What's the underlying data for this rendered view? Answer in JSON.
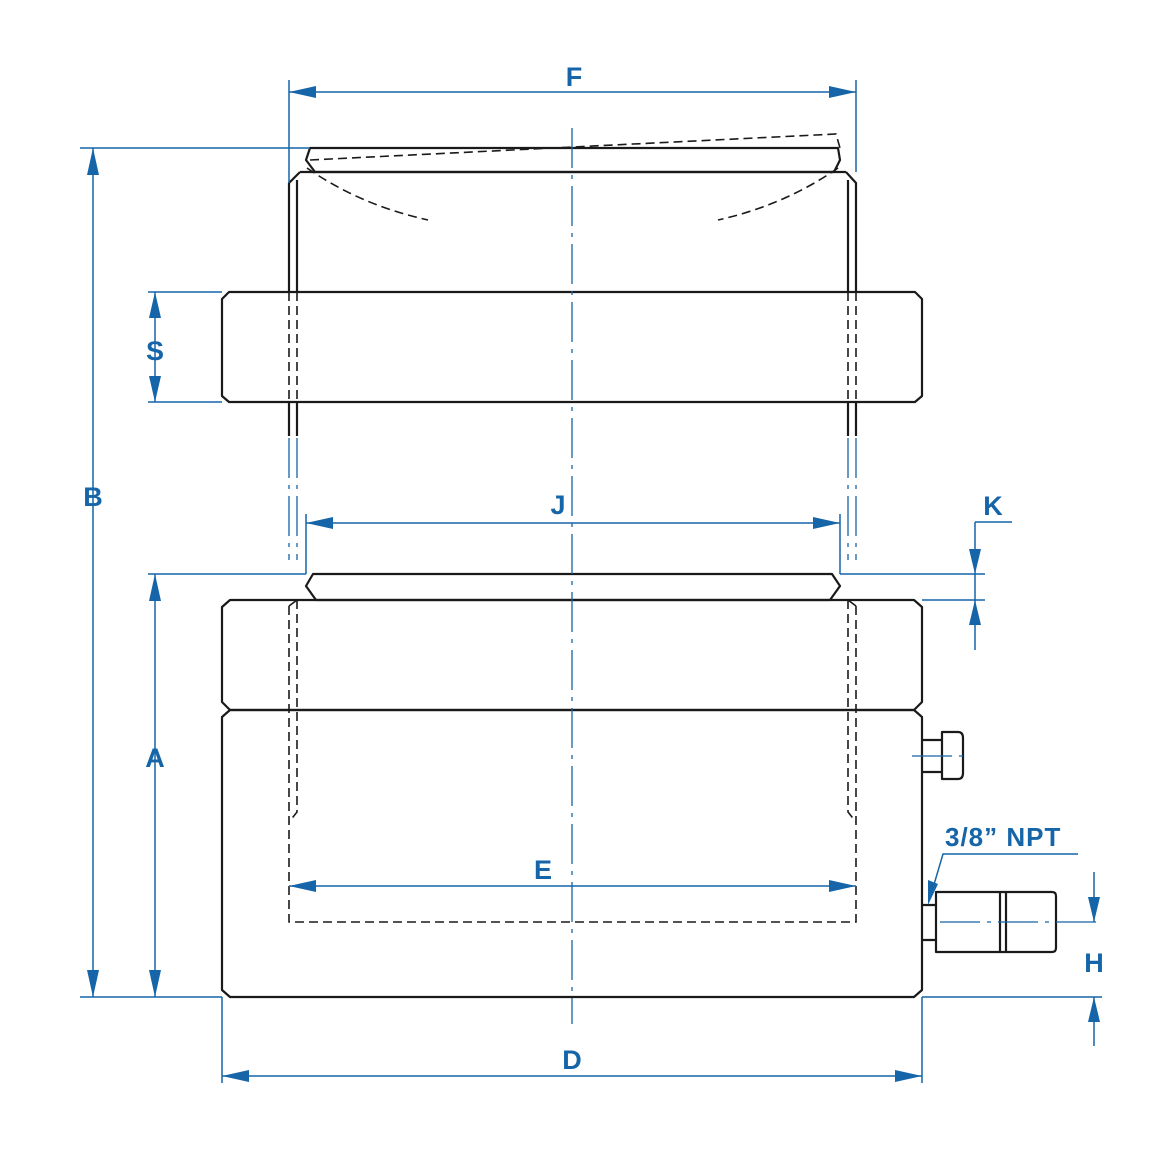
{
  "diagram": {
    "colors": {
      "line": "#1a1a1a",
      "dimension": "#1565a8",
      "background": "#ffffff"
    },
    "labels": {
      "F": "F",
      "S": "S",
      "B": "B",
      "J": "J",
      "K": "K",
      "A": "A",
      "E": "E",
      "D": "D",
      "H": "H",
      "port": "3/8” NPT"
    }
  }
}
